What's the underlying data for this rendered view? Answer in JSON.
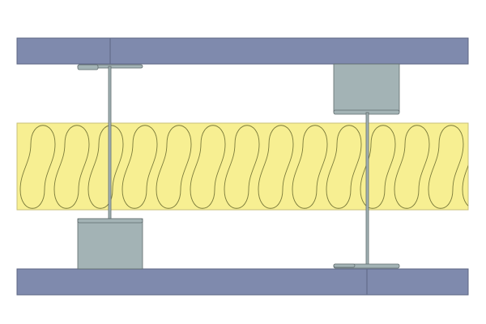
{
  "diagram": {
    "subject": "wall-section",
    "colors": {
      "board": "#7f8aad",
      "board_edge": "#5e6784",
      "insulation": "#f7ef92",
      "insulation_line": "#7a7a3a",
      "stud_fill": "#a3b3b5",
      "stud_edge": "#5f6b6d",
      "background": "#ffffff"
    },
    "components": [
      "top-board",
      "bottom-board",
      "insulation-layer",
      "left-stud",
      "right-stud"
    ]
  }
}
